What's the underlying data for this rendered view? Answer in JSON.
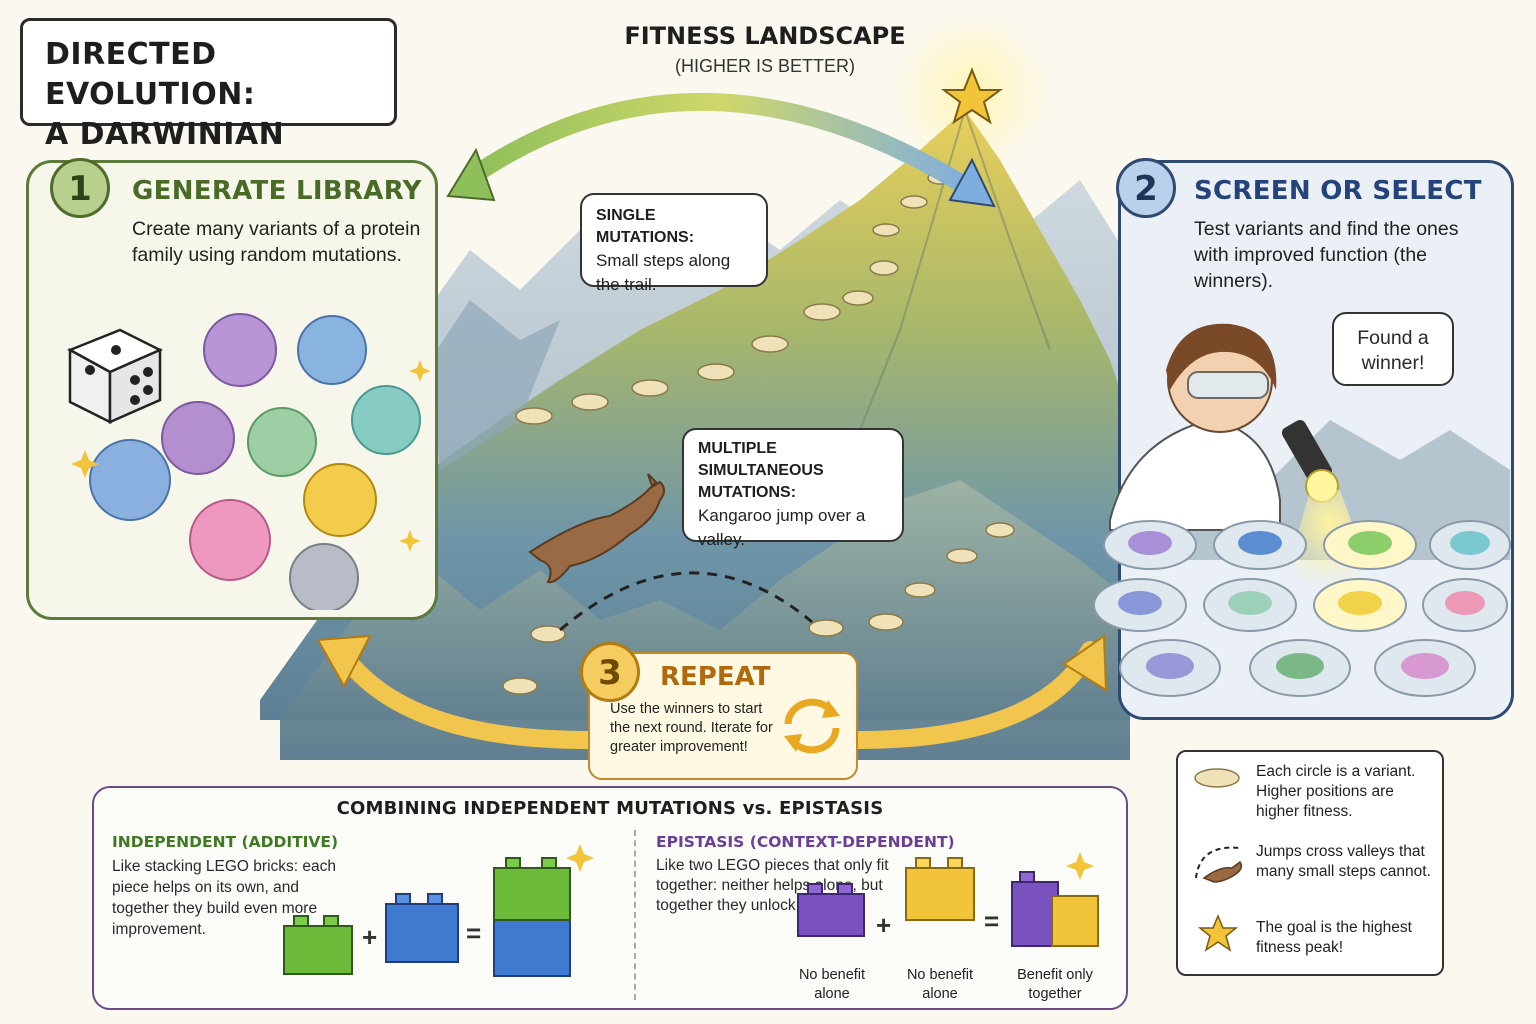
{
  "header": {
    "title_line1": "DIRECTED EVOLUTION:",
    "title_line2": "A DARWINIAN CYCLE",
    "landscape_title": "FITNESS LANDSCAPE",
    "landscape_subtitle": "(HIGHER IS BETTER)"
  },
  "step1": {
    "number": "1",
    "title": "GENERATE LIBRARY",
    "text": "Create many variants of a protein family using random mutations."
  },
  "step2": {
    "number": "2",
    "title": "SCREEN OR SELECT",
    "text": "Test variants and find the ones with improved function (the winners).",
    "speech": "Found a winner!"
  },
  "step3": {
    "number": "3",
    "title": "REPEAT",
    "text": "Use the winners to start the next round. Iterate for greater improvement!"
  },
  "callouts": {
    "single_title": "SINGLE MUTATIONS:",
    "single_text": "Small steps along the trail.",
    "multi_title_1": "MULTIPLE SIMULTANEOUS",
    "multi_title_2": "MUTATIONS:",
    "multi_text": "Kangaroo jump over a valley."
  },
  "comparison": {
    "title": "COMBINING INDEPENDENT MUTATIONS vs. EPISTASIS",
    "independent_title": "INDEPENDENT (ADDITIVE)",
    "independent_text": "Like stacking LEGO bricks: each piece helps on its own, and together they build even more improvement.",
    "epistasis_title": "EPISTASIS (CONTEXT-DEPENDENT)",
    "epistasis_text": "Like two LEGO pieces that only fit together: neither helps alone, but together they unlock a benefit.",
    "cap1": "No benefit alone",
    "cap2": "No benefit alone",
    "cap3": "Benefit only together",
    "plus": "+",
    "equals": "="
  },
  "legend": {
    "item1": "Each circle is a variant. Higher positions are higher fitness.",
    "item2": "Jumps cross valleys that many small steps cannot.",
    "item3": "The goal is the highest fitness peak!"
  },
  "colors": {
    "green": "#5c7a3a",
    "blue": "#2f4a73",
    "gold": "#f2c64c",
    "purple": "#6b4a86"
  }
}
